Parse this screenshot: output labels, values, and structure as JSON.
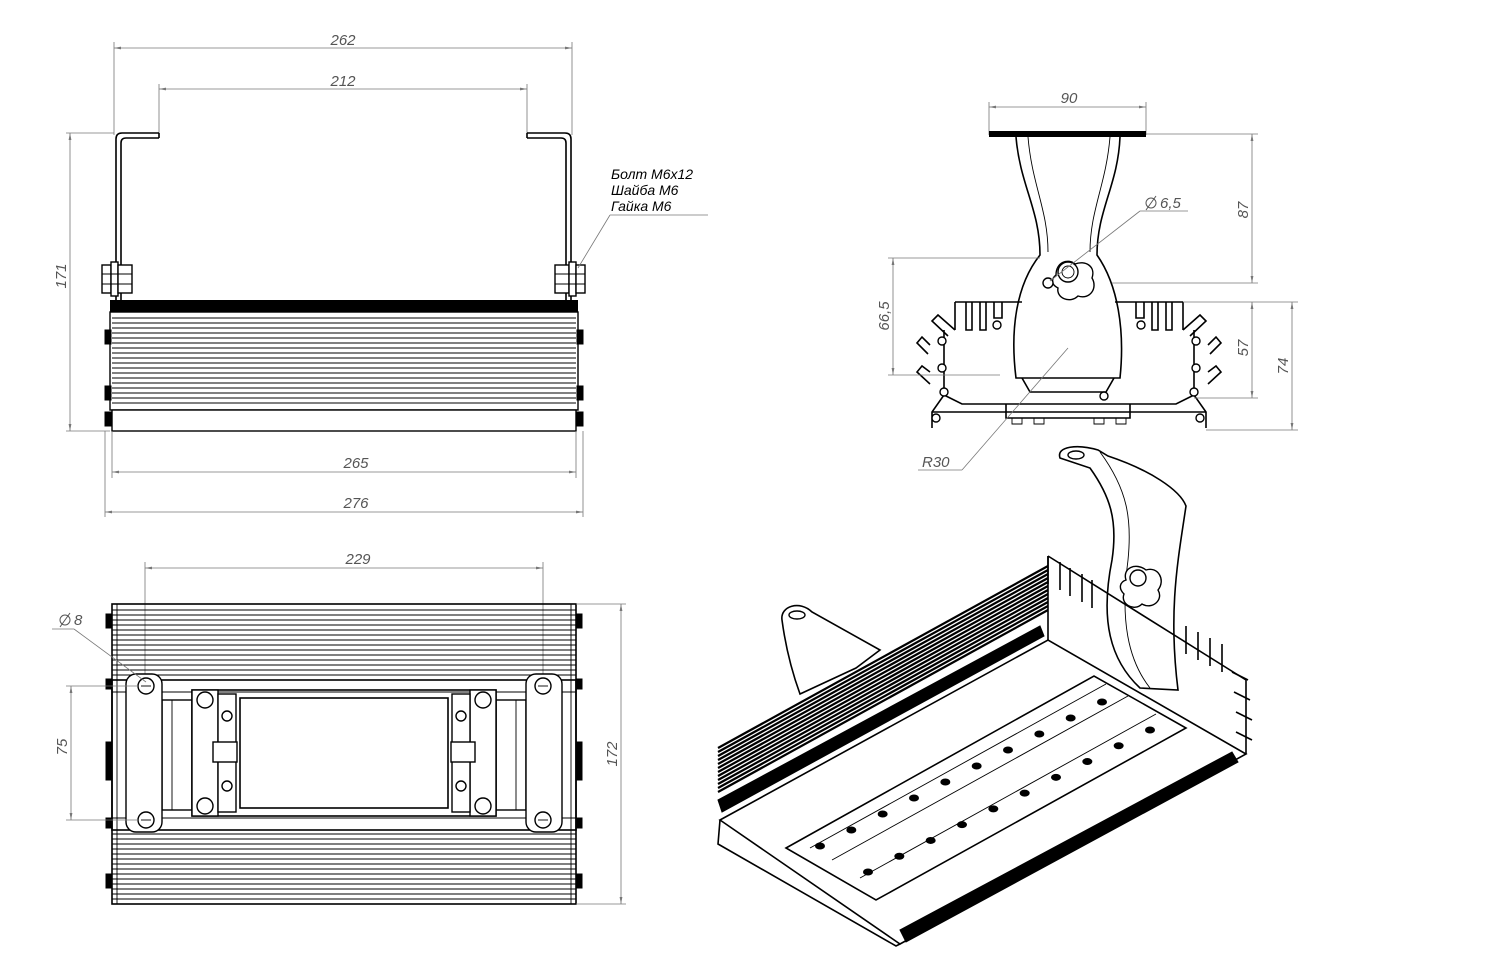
{
  "drawing": {
    "front_view": {
      "dim_262": "262",
      "dim_212": "212",
      "dim_171": "171",
      "dim_265": "265",
      "dim_276": "276",
      "note_bolt": "Болт М6х12",
      "note_washer": "Шайба М6",
      "note_nut": "Гайка М6"
    },
    "side_view": {
      "dim_90": "90",
      "dim_87": "87",
      "dim_hole": "6,5",
      "dim_66_5": "66,5",
      "dim_57": "57",
      "dim_74": "74",
      "dim_r30": "R30"
    },
    "bottom_view": {
      "dim_229": "229",
      "dim_hole": "8",
      "dim_75": "75",
      "dim_172": "172"
    }
  }
}
